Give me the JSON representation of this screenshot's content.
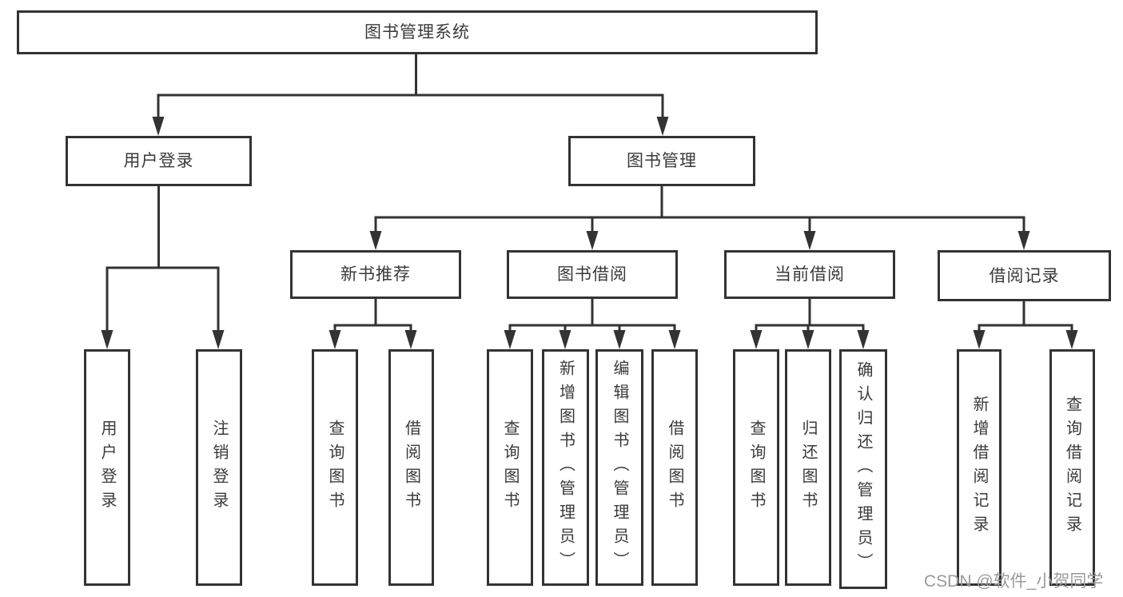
{
  "tree": {
    "root": {
      "label": "图书管理系统",
      "children": [
        {
          "label": "用户登录",
          "children": [
            {
              "label": "用户登录"
            },
            {
              "label": "注销登录"
            }
          ]
        },
        {
          "label": "图书管理",
          "children": [
            {
              "label": "新书推荐",
              "children": [
                {
                  "label": "查询图书"
                },
                {
                  "label": "借阅图书"
                }
              ]
            },
            {
              "label": "图书借阅",
              "children": [
                {
                  "label": "查询图书"
                },
                {
                  "label": "新增图书（管理员）"
                },
                {
                  "label": "编辑图书（管理员）"
                },
                {
                  "label": "借阅图书"
                }
              ]
            },
            {
              "label": "当前借阅",
              "children": [
                {
                  "label": "查询图书"
                },
                {
                  "label": "归还图书"
                },
                {
                  "label": "确认归还（管理员）"
                }
              ]
            },
            {
              "label": "借阅记录",
              "children": [
                {
                  "label": "新增借阅记录"
                },
                {
                  "label": "查询借阅记录"
                }
              ]
            }
          ]
        }
      ]
    }
  },
  "watermark": {
    "text": "CSDN @软件_小贺同学"
  },
  "colors": {
    "line": "#333333",
    "text": "#3a3a3a",
    "watermark": "#9b9b9b",
    "background": "#ffffff"
  }
}
